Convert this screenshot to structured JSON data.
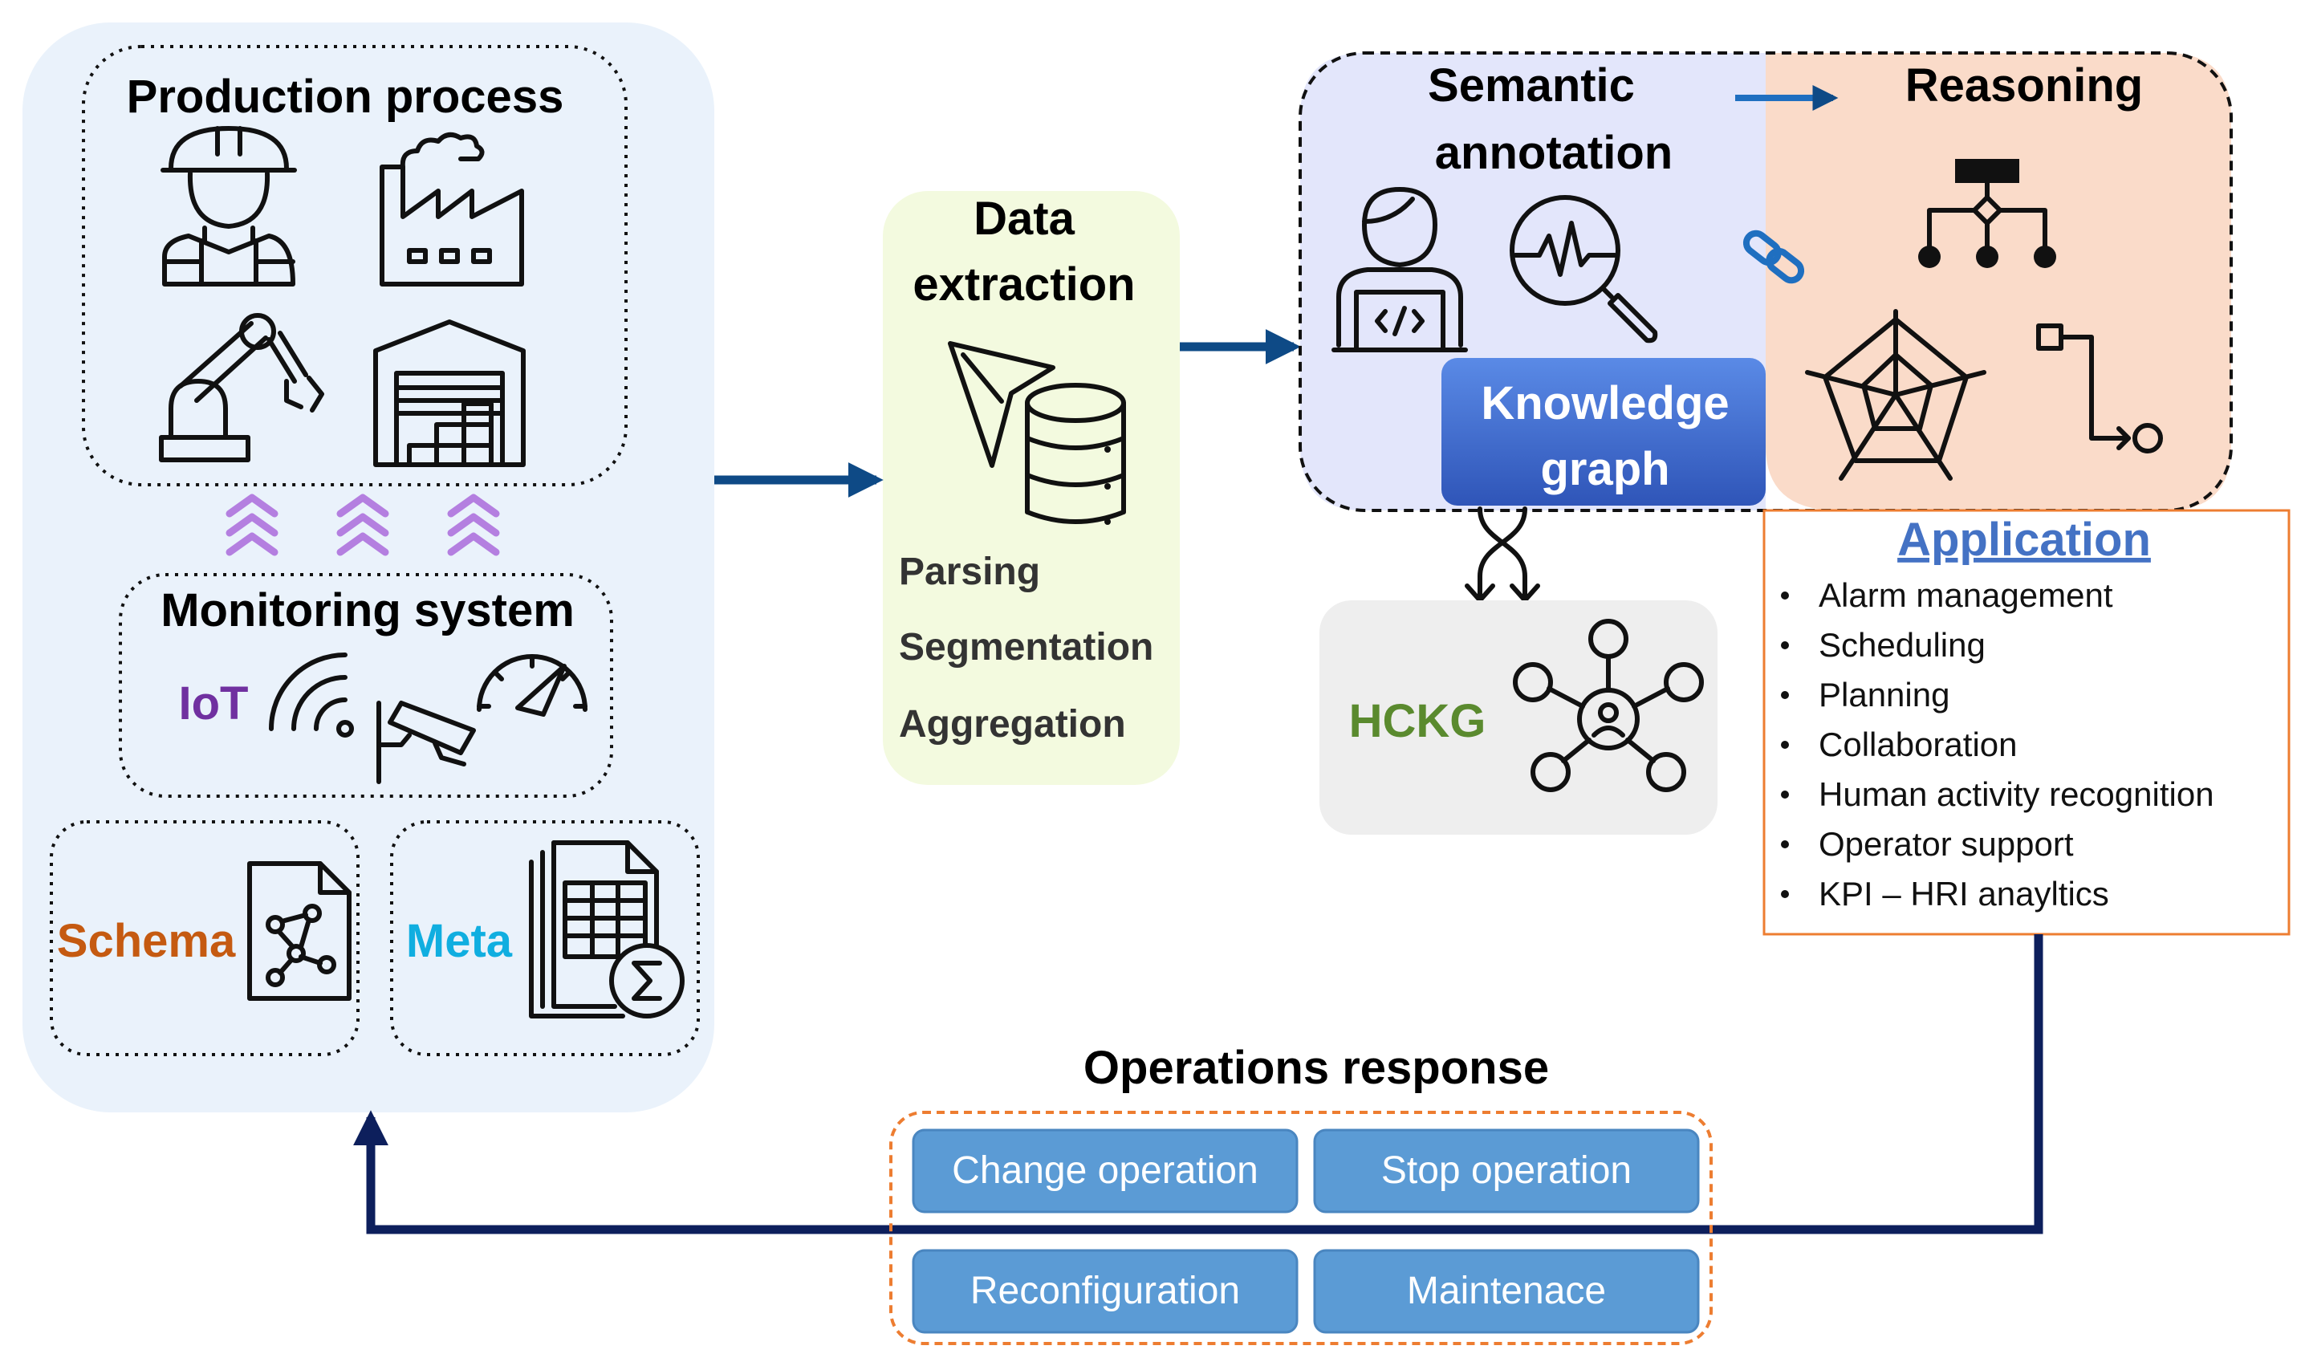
{
  "production": {
    "title": "Production process",
    "icons": [
      "worker-icon",
      "factory-icon",
      "robot-arm-icon",
      "warehouse-icon"
    ]
  },
  "monitoring": {
    "title": "Monitoring system",
    "iot_label": "IoT",
    "icons": [
      "wireless-signal-icon",
      "security-camera-icon",
      "gauge-icon"
    ]
  },
  "schema": {
    "label": "Schema"
  },
  "meta": {
    "label": "Meta"
  },
  "extraction": {
    "title_line1": "Data",
    "title_line2": "extraction",
    "steps": [
      "Parsing",
      "Segmentation",
      "Aggregation"
    ],
    "icons": [
      "filter-icon",
      "database-icon"
    ]
  },
  "semantic": {
    "title_line1": "Semantic",
    "title_line2": "annotation",
    "icons": [
      "developer-icon",
      "signal-analysis-icon"
    ]
  },
  "reasoning": {
    "title": "Reasoning",
    "icons": [
      "hierarchy-icon",
      "radar-chart-icon",
      "flow-icon",
      "link-icon"
    ]
  },
  "knowledge_graph": {
    "line1": "Knowledge",
    "line2": "graph"
  },
  "hckg": {
    "label": "HCKG",
    "icon": "network-hub-icon"
  },
  "application": {
    "title": "Application",
    "items": [
      "Alarm management",
      "Scheduling",
      "Planning",
      "Collaboration",
      "Human activity recognition",
      "Operator support",
      "KPI – HRI anayltics"
    ]
  },
  "operations": {
    "title": "Operations response",
    "buttons": [
      "Change operation",
      "Stop operation",
      "Reconfiguration",
      "Maintenace"
    ]
  },
  "colors": {
    "left_panel": "#eaf2fb",
    "extraction_panel": "#f3fadf",
    "semantic_panel": "#e3e6fb",
    "reasoning_panel": "#fadbc9",
    "kg_button": "#3f6fd0",
    "hckg_panel": "#eeeeee",
    "hckg_text": "#5a8a2e",
    "schema_text": "#c55a11",
    "meta_text": "#10aee0",
    "iot_text": "#7030a0",
    "application_text": "#4472c4",
    "ops_button": "#5b9bd5",
    "arrow": "#0e4a86",
    "feedback_line": "#0d1f5c",
    "dashed_orange": "#ed7d31"
  }
}
